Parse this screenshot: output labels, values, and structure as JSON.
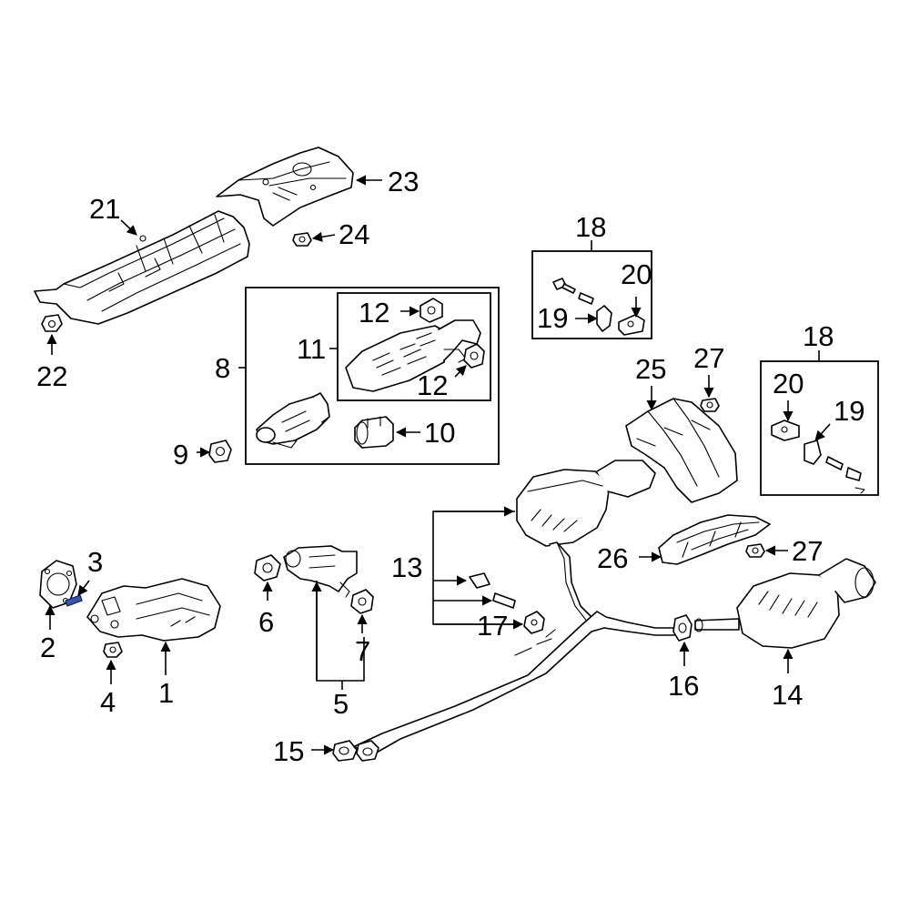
{
  "callouts": {
    "c1": "1",
    "c2": "2",
    "c3": "3",
    "c4": "4",
    "c5": "5",
    "c6": "6",
    "c7": "7",
    "c8": "8",
    "c9": "9",
    "c10": "10",
    "c11": "11",
    "c12a": "12",
    "c12b": "12",
    "c13": "13",
    "c14": "14",
    "c15": "15",
    "c16": "16",
    "c17": "17",
    "c18a": "18",
    "c18b": "18",
    "c19a": "19",
    "c19b": "19",
    "c20a": "20",
    "c20b": "20",
    "c21": "21",
    "c22": "22",
    "c23": "23",
    "c24": "24",
    "c25": "25",
    "c26": "26",
    "c27a": "27",
    "c27b": "27"
  },
  "highlight_color": "#3b55a6",
  "highlighted_part": "3"
}
